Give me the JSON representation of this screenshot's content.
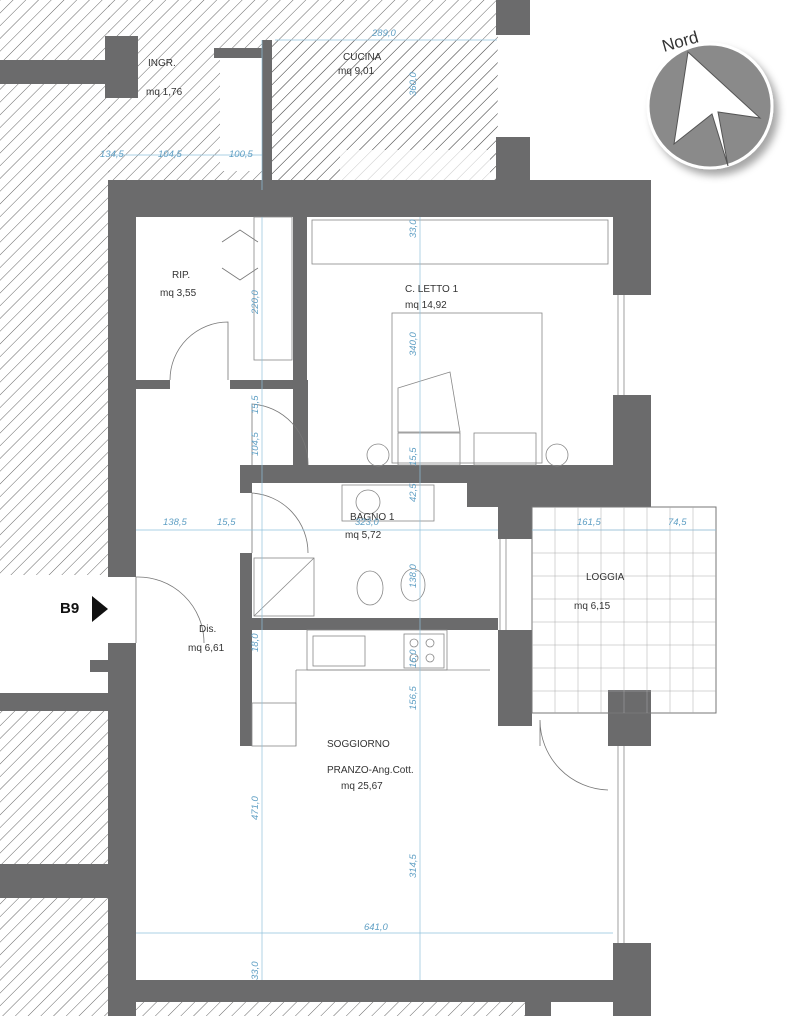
{
  "plan": {
    "unit_tag": "B9",
    "north_label": "Nord",
    "rooms": [
      {
        "id": "ingr",
        "name": "INGR.",
        "area": "mq 1,76"
      },
      {
        "id": "cucina",
        "name": "CUCINA",
        "area": "mq 9,01"
      },
      {
        "id": "rip",
        "name": "RIP.",
        "area": "mq 3,55"
      },
      {
        "id": "letto",
        "name": "C. LETTO 1",
        "area": "mq 14,92"
      },
      {
        "id": "bagno",
        "name": "BAGNO 1",
        "area": "mq 5,72"
      },
      {
        "id": "loggia",
        "name": "LOGGIA",
        "area": "mq 6,15"
      },
      {
        "id": "dis",
        "name": "Dis.",
        "area": "mq 6,61"
      },
      {
        "id": "soggiorno",
        "name": "SOGGIORNO",
        "name2": "PRANZO-Ang.Cott.",
        "area": "mq 25,67"
      }
    ],
    "dimensions": {
      "d_138_5": "138,5",
      "d_15_5_a": "15,5",
      "d_323_0": "323,0",
      "d_161_5": "161,5",
      "d_74_5": "74,5",
      "d_641_0": "641,0",
      "d_33_0_top": "33,0",
      "d_340_0": "340,0",
      "d_15_5_b": "15,5",
      "d_42_5": "42,5",
      "d_138_0": "138,0",
      "d_16_0": "16,0",
      "d_156_5": "156,5",
      "d_314_5": "314,5",
      "d_33_0_bottom": "33,0",
      "d_471_0": "471,0",
      "d_220_0": "220,0",
      "d_15_5_c": "15,5",
      "d_104_5": "104,5",
      "d_18_0": "18,0",
      "d_360_0": "360,0",
      "d_289_0": "289,0",
      "d_134_5": "134,5",
      "d_104_5_top": "104,5",
      "d_100_5": "100,5"
    }
  },
  "colors": {
    "wall": "#6b6b6c",
    "hatch": "#555555",
    "dimension": "#5f9fc4",
    "compass": "#8a8a8a"
  }
}
